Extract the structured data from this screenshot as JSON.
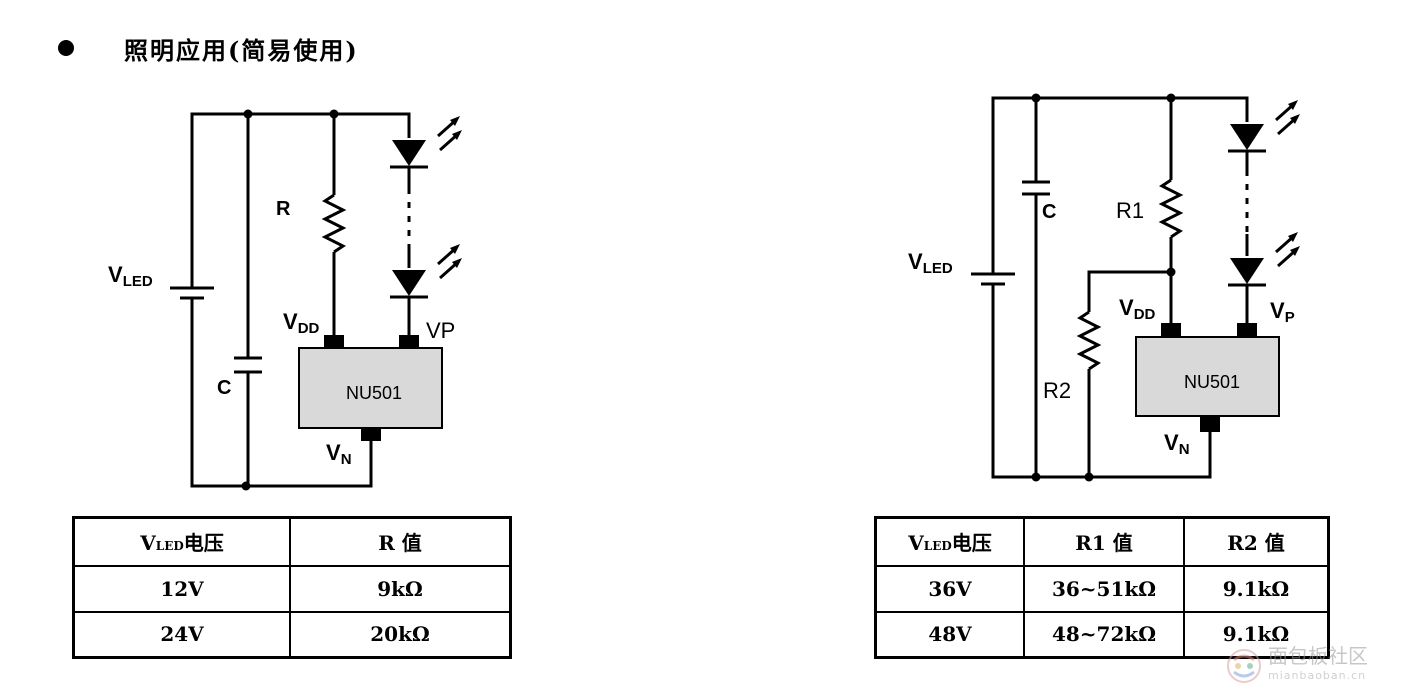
{
  "heading": {
    "bullet": "●",
    "text": "照明应用(简易使用)"
  },
  "left_circuit": {
    "vled_label": "V",
    "vled_sub": "LED",
    "c_label": "C",
    "r_label": "R",
    "chip_label": "NU501",
    "vdd_label": "V",
    "vdd_sub": "DD",
    "vp_label": "VP",
    "vn_label": "V",
    "vn_sub": "N"
  },
  "right_circuit": {
    "vled_label": "V",
    "vled_sub": "LED",
    "c_label": "C",
    "r1_label": "R1",
    "r2_label": "R2",
    "chip_label": "NU501",
    "vdd_label": "V",
    "vdd_sub": "DD",
    "vp_label": "V",
    "vp_sub": "P",
    "vn_label": "V",
    "vn_sub": "N"
  },
  "left_table": {
    "header": [
      "V",
      "LED",
      "电压",
      "R 值"
    ],
    "rows": [
      [
        "12V",
        "9kΩ"
      ],
      [
        "24V",
        "20kΩ"
      ]
    ]
  },
  "right_table": {
    "header": [
      "V",
      "LED",
      "电压",
      "R1 值",
      "R2 值"
    ],
    "rows": [
      [
        "36V",
        "36~51kΩ",
        "9.1kΩ"
      ],
      [
        "48V",
        "48~72kΩ",
        "9.1kΩ"
      ]
    ]
  },
  "watermark": {
    "text": "面包板社区",
    "sub": "mianbaoban.cn"
  }
}
